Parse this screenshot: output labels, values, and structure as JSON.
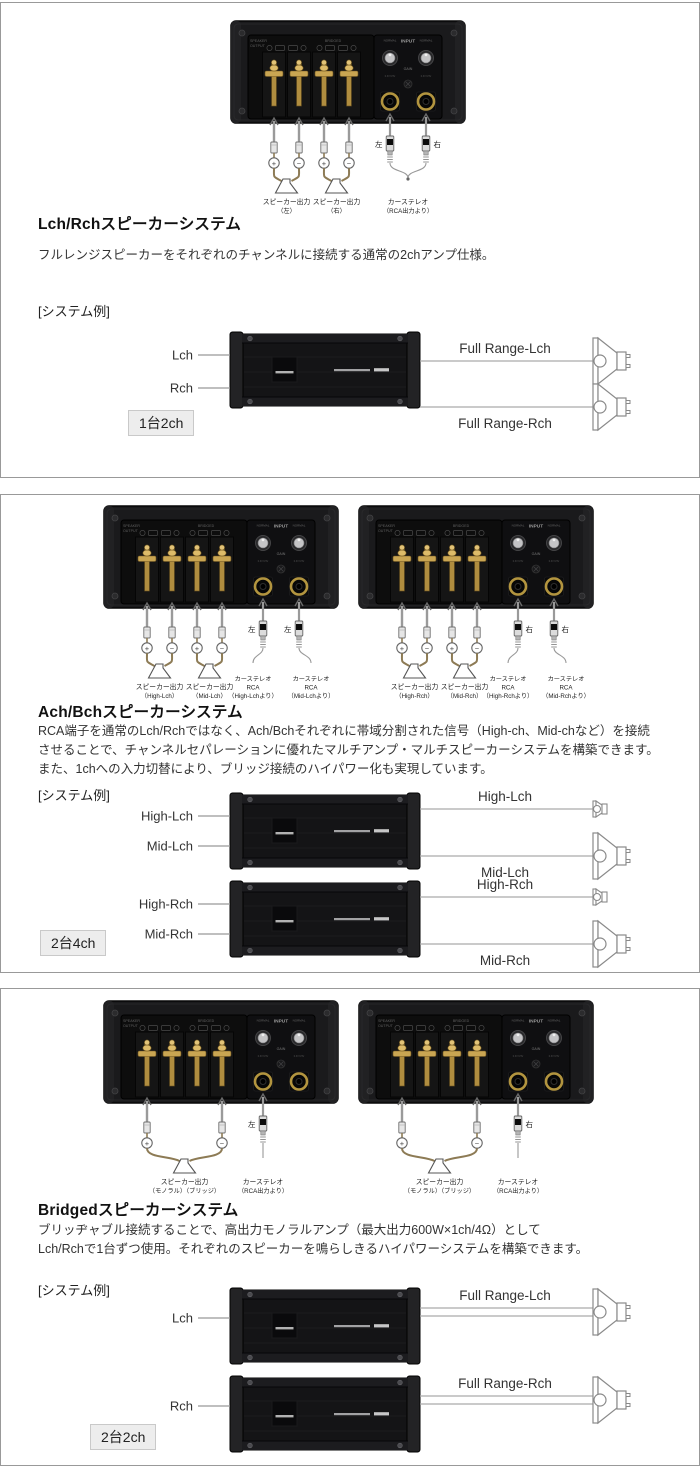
{
  "page": {
    "background": "#ffffff",
    "section_border": "#999999"
  },
  "sections": [
    {
      "heading": "Lch/Rchスピーカーシステム",
      "body": "フルレンジスピーカーをそれぞれのチャンネルに接続する通常の2chアンプ仕様。",
      "example_label": "[システム例]",
      "badge": "1台2ch"
    },
    {
      "heading": "Ach/Bchスピーカーシステム",
      "body": "RCA端子を通常のLch/Rchではなく、Ach/Bchそれぞれに帯域分割された信号（High-ch、Mid-chなど）を接続\nさせることで、チャンネルセパレーションに優れたマルチアンプ・マルチスピーカーシステムを構築できます。\nまた、1chへの入力切替により、ブリッジ接続のハイパワー化も実現しています。",
      "example_label": "[システム例]",
      "badge": "2台4ch"
    },
    {
      "heading": "Bridgedスピーカーシステム",
      "body": "ブリッヂャブル接続することで、高出力モノラルアンプ（最大出力600W×1ch/4Ω）として\nLch/Rchで1台ずつ使用。それぞれのスピーカーを鳴らしきるハイパワーシステムを構築できます。",
      "example_label": "[システム例]",
      "badge": "2台2ch"
    }
  ],
  "rear_panel": {
    "static_labels": {
      "speaker": "SPEAKER",
      "output": "OUTPUT",
      "bridged": "BRIDGED",
      "normal_left": "NORMAL",
      "input": "INPUT",
      "normal_right": "NORMAL",
      "gain": "GAIN",
      "gain_range": "0.3V 6.5V",
      "plus": "+",
      "minus": "−"
    },
    "colors": {
      "gold": "#c9a552",
      "panel": "#1a1a1c",
      "wire": "#8d7b55"
    },
    "instances": [
      {
        "section": 0,
        "slot": 0,
        "bridged": false,
        "speaker_groups": [
          {
            "label_lines": [
              "スピーカー出力",
              "（左）"
            ]
          },
          {
            "label_lines": [
              "スピーカー出力",
              "（右）"
            ]
          }
        ],
        "rca": {
          "mode": "joined",
          "label_lines": [
            "カーステレオ",
            "（RCA出力より）"
          ],
          "cables": [
            {
              "side": "左",
              "side_pos": "left"
            },
            {
              "side": "右",
              "side_pos": "right"
            }
          ]
        }
      },
      {
        "section": 1,
        "slot": 0,
        "bridged": false,
        "speaker_groups": [
          {
            "label_lines": [
              "スピーカー出力",
              "（High-Lch）"
            ]
          },
          {
            "label_lines": [
              "スピーカー出力",
              "（Mid-Lch）"
            ]
          }
        ],
        "rca": {
          "mode": "separate",
          "cables": [
            {
              "side": "左",
              "side_pos": "left",
              "label_lines": [
                "カーステレオ",
                "RCA",
                "（High-Lchより）"
              ]
            },
            {
              "side": "左",
              "side_pos": "left",
              "label_lines": [
                "カーステレオ",
                "RCA",
                "（Mid-Lchより）"
              ]
            }
          ]
        }
      },
      {
        "section": 1,
        "slot": 1,
        "bridged": false,
        "speaker_groups": [
          {
            "label_lines": [
              "スピーカー出力",
              "（High-Rch）"
            ]
          },
          {
            "label_lines": [
              "スピーカー出力",
              "（Mid-Rch）"
            ]
          }
        ],
        "rca": {
          "mode": "separate",
          "cables": [
            {
              "side": "右",
              "side_pos": "right",
              "label_lines": [
                "カーステレオ",
                "RCA",
                "（High-Rchより）"
              ]
            },
            {
              "side": "右",
              "side_pos": "right",
              "label_lines": [
                "カーステレオ",
                "RCA",
                "（Mid-Rchより）"
              ]
            }
          ]
        }
      },
      {
        "section": 2,
        "slot": 0,
        "bridged": true,
        "speaker_groups": [
          {
            "label_lines": [
              "スピーカー出力",
              "（モノラル）（ブリッジ）"
            ]
          }
        ],
        "rca": {
          "mode": "single",
          "cables": [
            {
              "side": "左",
              "side_pos": "left",
              "label_lines": [
                "カーステレオ",
                "（RCA出力より）"
              ]
            }
          ]
        }
      },
      {
        "section": 2,
        "slot": 1,
        "bridged": true,
        "speaker_groups": [
          {
            "label_lines": [
              "スピーカー出力",
              "（モノラル）（ブリッジ）"
            ]
          }
        ],
        "rca": {
          "mode": "single",
          "cables": [
            {
              "side": "右",
              "side_pos": "right",
              "label_lines": [
                "カーステレオ",
                "（RCA出力より）"
              ]
            }
          ]
        }
      }
    ]
  },
  "system_examples": [
    {
      "amps": [
        {
          "inputs": [
            "Lch",
            "Rch"
          ],
          "outputs": [
            {
              "label": "Full Range-Lch",
              "speaker": "woofer",
              "label_pos": "above",
              "lines": 1
            },
            {
              "label": "Full Range-Rch",
              "speaker": "woofer",
              "label_pos": "below",
              "lines": 1
            }
          ]
        }
      ]
    },
    {
      "amps": [
        {
          "inputs": [
            "High-Lch",
            "Mid-Lch"
          ],
          "outputs": [
            {
              "label": "High-Lch",
              "speaker": "tweeter",
              "label_pos": "above",
              "lines": 1
            },
            {
              "label": "Mid-Lch",
              "speaker": "woofer",
              "label_pos": "below",
              "lines": 1
            }
          ]
        },
        {
          "inputs": [
            "High-Rch",
            "Mid-Rch"
          ],
          "outputs": [
            {
              "label": "High-Rch",
              "speaker": "tweeter",
              "label_pos": "above",
              "lines": 1
            },
            {
              "label": "Mid-Rch",
              "speaker": "woofer",
              "label_pos": "below",
              "lines": 1
            }
          ]
        }
      ]
    },
    {
      "amps": [
        {
          "inputs": [
            "Lch"
          ],
          "outputs": [
            {
              "label": "Full Range-Lch",
              "speaker": "woofer",
              "label_pos": "above",
              "lines": 2
            }
          ]
        },
        {
          "inputs": [
            "Rch"
          ],
          "outputs": [
            {
              "label": "Full Range-Rch",
              "speaker": "woofer",
              "label_pos": "above",
              "lines": 2
            }
          ]
        }
      ]
    }
  ]
}
